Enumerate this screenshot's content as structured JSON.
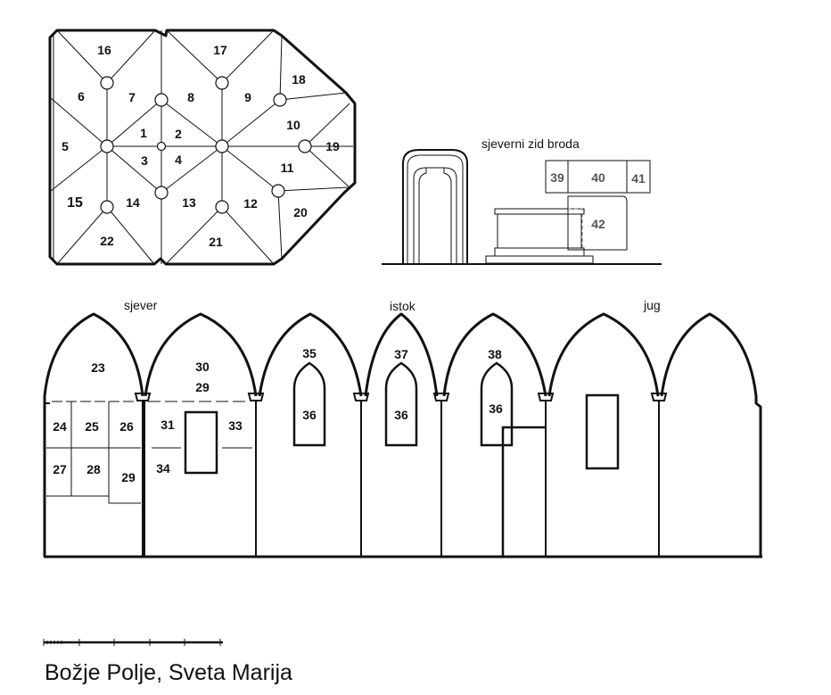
{
  "title": "Božje Polje, Sveta Marija",
  "direction_labels": {
    "north": "sjever",
    "east": "istok",
    "south": "jug",
    "north_wall": "sjeverni zid broda"
  },
  "vault_numbers": [
    "1",
    "2",
    "3",
    "4",
    "5",
    "6",
    "7",
    "8",
    "9",
    "10",
    "11",
    "12",
    "13",
    "14",
    "15",
    "16",
    "17",
    "18",
    "19",
    "20",
    "21",
    "22"
  ],
  "elevation_numbers": {
    "n23": "23",
    "n24": "24",
    "n25": "25",
    "n26": "26",
    "n27": "27",
    "n28": "28",
    "n29": "29",
    "n29b": "29",
    "n30": "30",
    "n31": "31",
    "n33": "33",
    "n34": "34",
    "n35": "35",
    "n36a": "36",
    "n37": "37",
    "n36b": "36",
    "n38": "38",
    "n36c": "36"
  },
  "nave_numbers": {
    "n39": "39",
    "n40": "40",
    "n41": "41",
    "n42": "42"
  }
}
